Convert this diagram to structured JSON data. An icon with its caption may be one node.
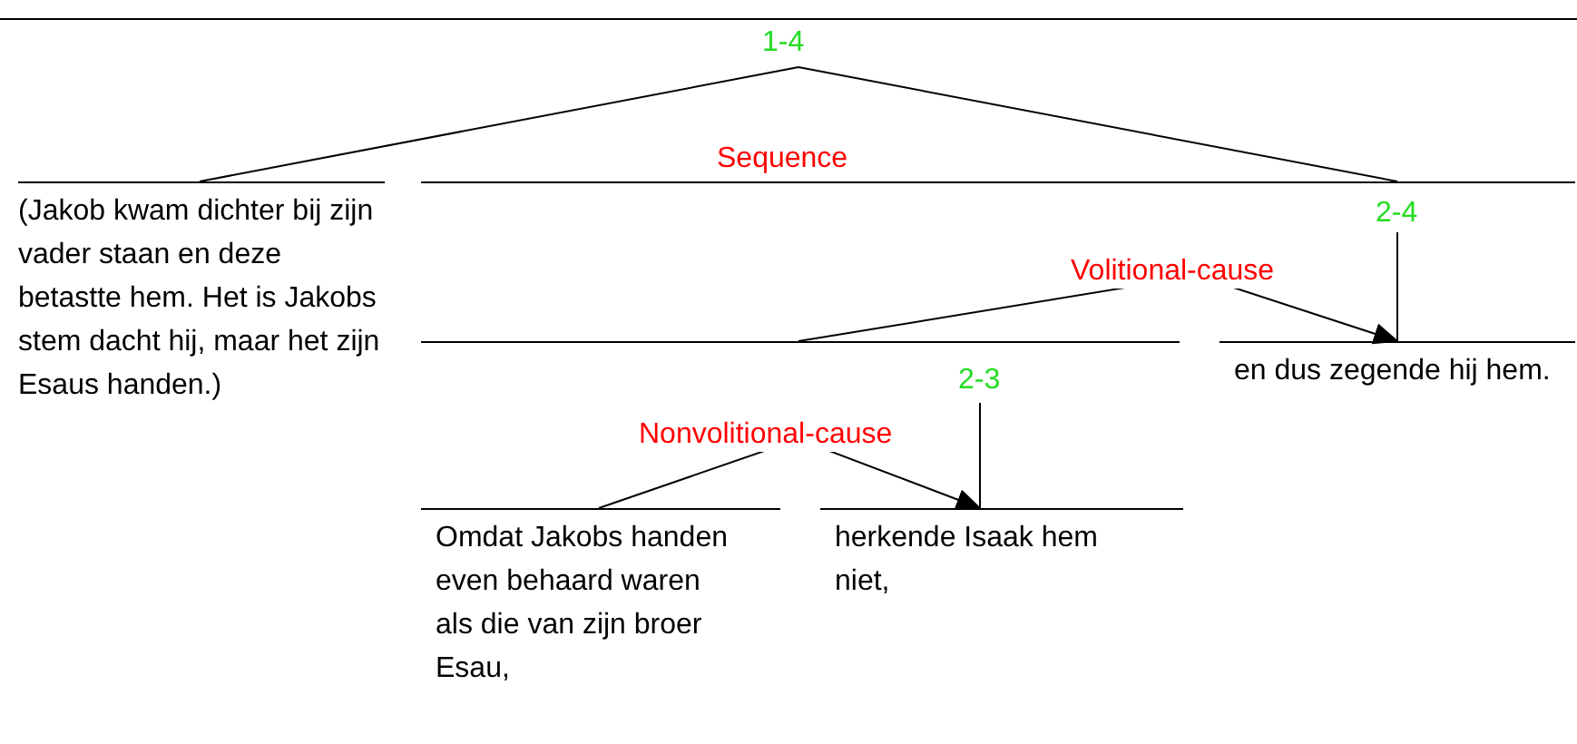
{
  "diagram": {
    "nodes": [
      {
        "text": [
          "1-4"
        ]
      },
      {
        "text": [
          "(Jakob kwam dichter bij zijn vader staan en deze betastte hem. Het is Jakobs stem dacht hij, maar het zijn Esaus handen.)"
        ]
      },
      {
        "text": [
          "2-4"
        ]
      },
      {
        "text": [
          "2-3"
        ]
      },
      {
        "text": [
          "en dus zegende hij hem."
        ]
      },
      {
        "text": [
          "Omdat Jakobs handen even behaard waren als die van zijn broer Esau,"
        ]
      },
      {
        "text": [
          "herkende Isaak hem niet,"
        ]
      }
    ],
    "edges": [
      {
        "from": 0,
        "to": 1,
        "arrow": "none"
      },
      {
        "from": 0,
        "to": 2,
        "arrow": "none"
      },
      {
        "from": 2,
        "to": 4,
        "arrow": "none"
      },
      {
        "from": 3,
        "to": 4,
        "arrow": "to",
        "label": "Volitional-cause"
      },
      {
        "from": 3,
        "to": 6,
        "arrow": "none"
      },
      {
        "from": 5,
        "to": 6,
        "arrow": "to",
        "label": "Nonvolitional-cause"
      }
    ],
    "labels": [
      "Sequence"
    ]
  }
}
